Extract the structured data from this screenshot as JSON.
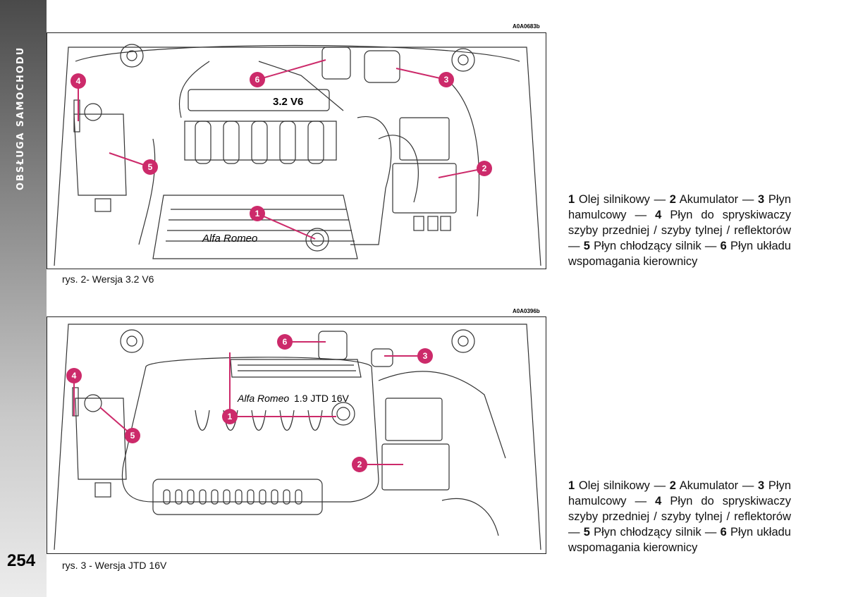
{
  "sidebar": {
    "section_title": "OBSŁUGA SAMOCHODU"
  },
  "page": {
    "number": "254"
  },
  "figures": [
    {
      "code": "A0A0683b",
      "caption": "rys. 2- Wersja 3.2 V6",
      "engine_label": "3.2 V6",
      "brand_label": "Alfa Romeo",
      "markers": [
        "1",
        "2",
        "3",
        "4",
        "5",
        "6"
      ]
    },
    {
      "code": "A0A0396b",
      "caption": "rys. 3 -  Wersja JTD 16V",
      "engine_label": "1.9  JTD 16V",
      "brand_label": "Alfa Romeo",
      "markers": [
        "1",
        "2",
        "3",
        "4",
        "5",
        "6"
      ]
    }
  ],
  "legends": [
    {
      "items": [
        {
          "num": "1",
          "text": "Olej silnikowy"
        },
        {
          "num": "2",
          "text": "Akumulator"
        },
        {
          "num": "3",
          "text": "Płyn hamulcowy"
        },
        {
          "num": "4",
          "text": "Płyn do spryskiwaczy szyby przedniej / szyby tylnej / reflektorów"
        },
        {
          "num": "5",
          "text": "Płyn chłodzący silnik"
        },
        {
          "num": "6",
          "text": "Płyn układu wspomagania kierownicy"
        }
      ]
    },
    {
      "items": [
        {
          "num": "1",
          "text": "Olej silnikowy"
        },
        {
          "num": "2",
          "text": "Akumulator"
        },
        {
          "num": "3",
          "text": "Płyn hamulcowy"
        },
        {
          "num": "4",
          "text": "Płyn do spryskiwaczy szyby przedniej / szyby tylnej / reflektorów"
        },
        {
          "num": "5",
          "text": "Płyn chłodzący silnik"
        },
        {
          "num": "6",
          "text": "Płyn układu wspomagania kierownicy"
        }
      ]
    }
  ],
  "colors": {
    "marker": "#cc2a6a",
    "line": "#222222"
  }
}
